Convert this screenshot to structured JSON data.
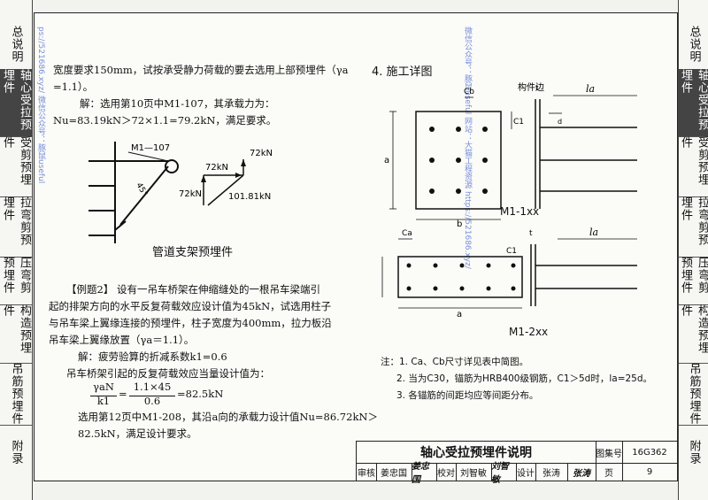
{
  "left_tabs": [
    "总说明",
    "轴心受拉预埋件",
    "受剪预埋件",
    "拉弯剪预埋件",
    "压弯剪预埋件",
    "构造预埋件",
    "吊筋预埋件",
    "附录"
  ],
  "right_tabs": [
    "总说明",
    "轴心受拉预埋件",
    "受剪预埋件",
    "拉弯剪预埋件",
    "压弯剪预埋件",
    "构造预埋件",
    "吊筋预埋件",
    "附录"
  ],
  "text": {
    "p1a": "宽度要求150mm，试按承受静力荷载的要去选用上部预埋件（γa",
    "p1b": "=1.1）。",
    "sol1": "解：选用第10页中M1-107，其承载力为：",
    "sol1b": "Nu=83.19kN＞72×1.1=79.2kN，满足要求。",
    "fig1_caption": "管道支架预埋件",
    "ex2_1": "【例题2】  设有一吊车桥架在伸缩缝处的一根吊车梁端引",
    "ex2_2": "起的排架方向的水平反复荷载效应设计值为45kN，试选用柱子",
    "ex2_3": "与吊车梁上翼缘连接的预埋件，柱子宽度为400mm，拉力板沿",
    "ex2_4": "吊车梁上翼缘放置（γa＝1.1）。",
    "sol2_1": "解：疲劳验算的折减系数k1=0.6",
    "sol2_2": "吊车桥架引起的反复荷载效应当量设计值为：",
    "formula_lhs_num": "γaN",
    "formula_lhs_den": "k1",
    "formula_eq1": "=",
    "formula_num": "1.1×45",
    "formula_den": "0.6",
    "formula_result": "=82.5kN",
    "sol2_3": "选用第12页中M1-208，其沿a向的承载力设计值Nu=86.72kN＞",
    "sol2_4": "82.5kN，满足设计要求。",
    "section_title": "4. 施工详图",
    "fig_m1_1": "M1-1xx",
    "fig_m1_2": "M1-2xx",
    "note_1": "注：1. Ca、Cb尺寸详见表中简图。",
    "note_2": "2. 当为C30，锚筋为HRB400级钢筋，C1＞5d时，la=25d。",
    "note_3": "3. 各锚筋的间距均应等间距分布。"
  },
  "fig_labels": {
    "m1_107": "M1—107",
    "f72_top": "72kN",
    "f72_mid": "72kN",
    "f72_left": "72kN",
    "f101": "101.81kN",
    "angle": "45°",
    "edge": "构件边",
    "la": "la",
    "ca": "Ca",
    "cb": "Cb",
    "a": "a",
    "b": "b",
    "c1": "C1",
    "t": "t",
    "d": "d"
  },
  "title_block": {
    "title": "轴心受拉预埋件说明",
    "atlas_label": "图集号",
    "atlas_no": "16G362",
    "review": "审核",
    "reviewer": "姜忠国",
    "check": "校对",
    "checker": "刘智敏",
    "design": "设计",
    "designer": "张涛",
    "page_label": "页",
    "page_no": "9"
  },
  "watermarks": {
    "left": "ps://521686.xyz/  微信公众号：豚鼠useful",
    "mid": "微信公众号：豚鼠useful 网站：大猫工程资源 https://521686.xyz/"
  }
}
